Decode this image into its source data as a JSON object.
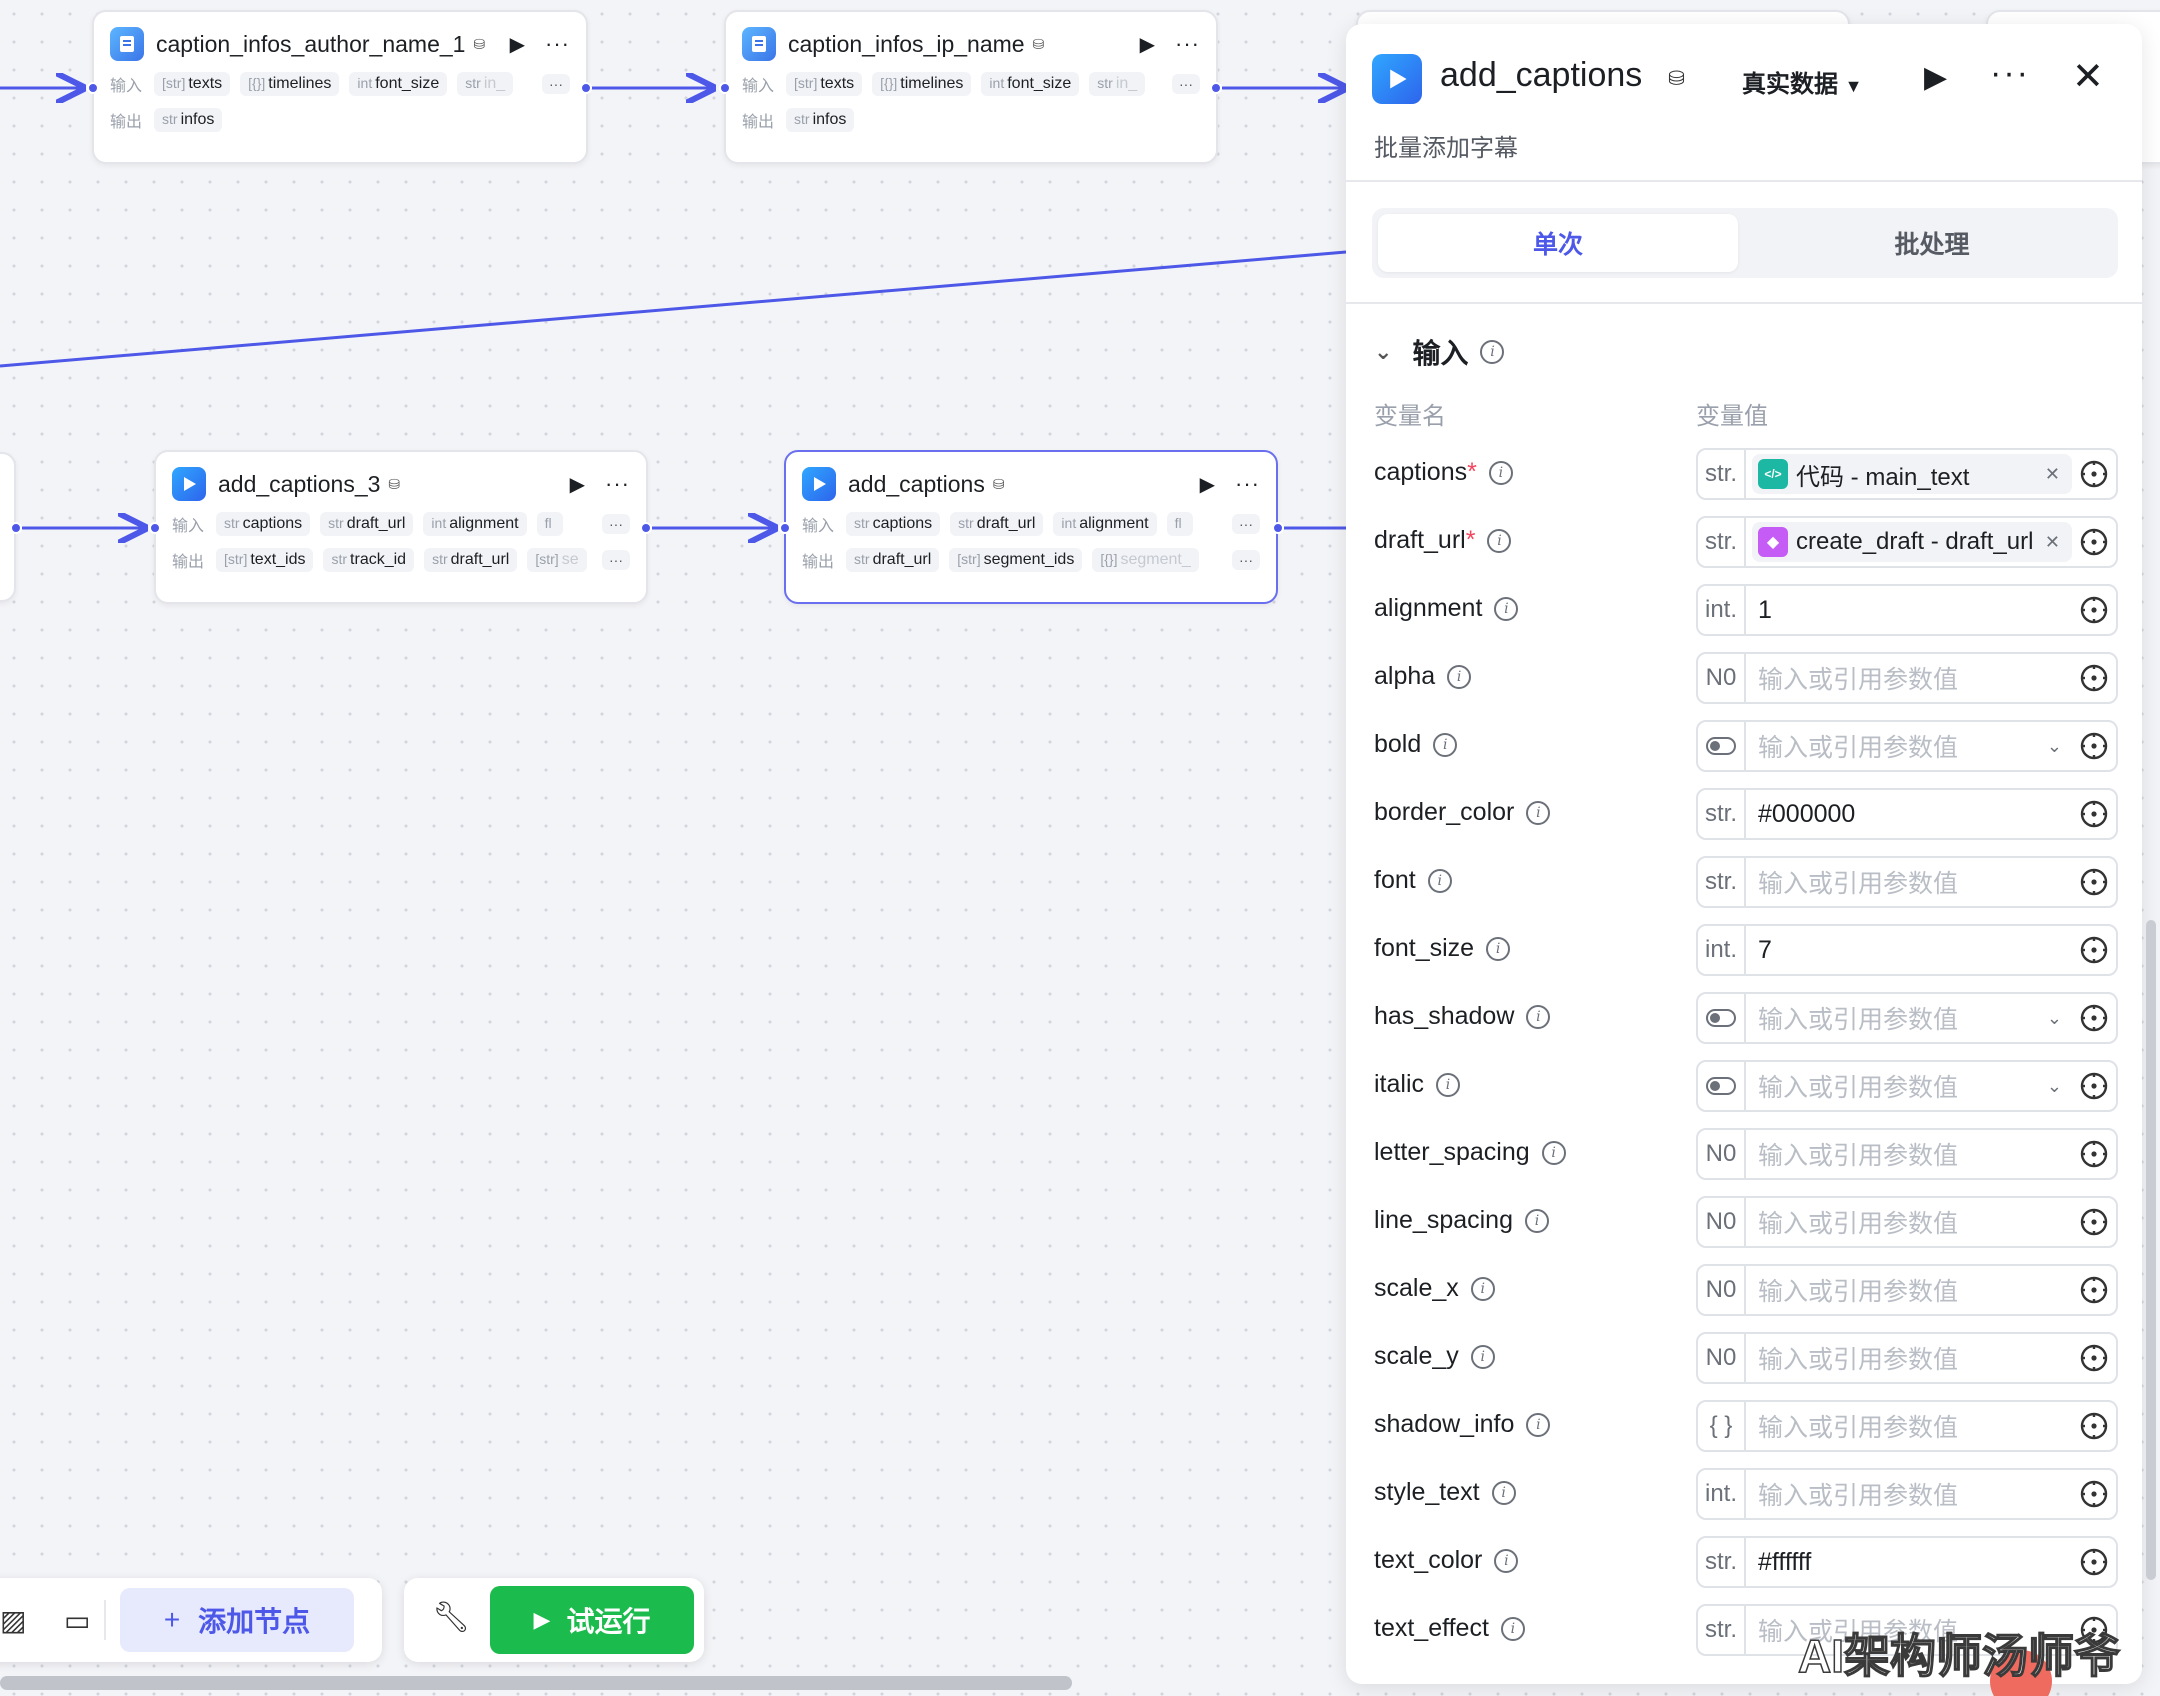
{
  "nodes": {
    "n1": {
      "title": "caption_infos_author_name_1",
      "in_label": "输入",
      "out_label": "输出",
      "inputs": [
        {
          "type": "[str]",
          "name": "texts"
        },
        {
          "type": "[{}]",
          "name": "timelines"
        },
        {
          "type": "int",
          "name": "font_size"
        },
        {
          "type": "str",
          "name": "in_"
        }
      ],
      "outputs": [
        {
          "type": "str",
          "name": "infos"
        }
      ]
    },
    "n2": {
      "title": "caption_infos_ip_name",
      "in_label": "输入",
      "out_label": "输出",
      "inputs": [
        {
          "type": "[str]",
          "name": "texts"
        },
        {
          "type": "[{}]",
          "name": "timelines"
        },
        {
          "type": "int",
          "name": "font_size"
        },
        {
          "type": "str",
          "name": "in_"
        }
      ],
      "outputs": [
        {
          "type": "str",
          "name": "infos"
        }
      ]
    },
    "n3": {
      "title": "add_captions_3",
      "in_label": "输入",
      "out_label": "输出",
      "inputs": [
        {
          "type": "str",
          "name": "captions"
        },
        {
          "type": "str",
          "name": "draft_url"
        },
        {
          "type": "int",
          "name": "alignment"
        },
        {
          "type": "fl",
          "name": ""
        }
      ],
      "outputs": [
        {
          "type": "[str]",
          "name": "text_ids"
        },
        {
          "type": "str",
          "name": "track_id"
        },
        {
          "type": "str",
          "name": "draft_url"
        },
        {
          "type": "[str]",
          "name": "se"
        }
      ]
    },
    "n4": {
      "title": "add_captions",
      "in_label": "输入",
      "out_label": "输出",
      "inputs": [
        {
          "type": "str",
          "name": "captions"
        },
        {
          "type": "str",
          "name": "draft_url"
        },
        {
          "type": "int",
          "name": "alignment"
        },
        {
          "type": "fl",
          "name": ""
        }
      ],
      "outputs": [
        {
          "type": "str",
          "name": "draft_url"
        },
        {
          "type": "[str]",
          "name": "segment_ids"
        },
        {
          "type": "[{}]",
          "name": "segment_"
        }
      ]
    }
  },
  "panel": {
    "title": "add_captions",
    "mode": "真实数据",
    "description": "批量添加字幕",
    "tabs": {
      "single": "单次",
      "batch": "批处理"
    },
    "section": "输入",
    "col_name": "变量名",
    "col_value": "变量值",
    "placeholder": "输入或引用参数值",
    "params": [
      {
        "name": "captions",
        "required": true,
        "type": "str.",
        "kind": "ref",
        "ref_icon": "code",
        "value": "代码 - main_text"
      },
      {
        "name": "draft_url",
        "required": true,
        "type": "str.",
        "kind": "ref",
        "ref_icon": "cube",
        "value": "create_draft - draft_url"
      },
      {
        "name": "alignment",
        "type": "int.",
        "kind": "value",
        "value": "1"
      },
      {
        "name": "alpha",
        "type": "N0",
        "kind": "empty"
      },
      {
        "name": "bold",
        "type": "toggle",
        "kind": "select"
      },
      {
        "name": "border_color",
        "type": "str.",
        "kind": "value",
        "value": "#000000"
      },
      {
        "name": "font",
        "type": "str.",
        "kind": "empty"
      },
      {
        "name": "font_size",
        "type": "int.",
        "kind": "value",
        "value": "7"
      },
      {
        "name": "has_shadow",
        "type": "toggle",
        "kind": "select"
      },
      {
        "name": "italic",
        "type": "toggle",
        "kind": "select"
      },
      {
        "name": "letter_spacing",
        "type": "N0",
        "kind": "empty"
      },
      {
        "name": "line_spacing",
        "type": "N0",
        "kind": "empty"
      },
      {
        "name": "scale_x",
        "type": "N0",
        "kind": "empty"
      },
      {
        "name": "scale_y",
        "type": "N0",
        "kind": "empty"
      },
      {
        "name": "shadow_info",
        "type": "{ }",
        "kind": "empty"
      },
      {
        "name": "style_text",
        "type": "int.",
        "kind": "empty"
      },
      {
        "name": "text_color",
        "type": "str.",
        "kind": "value",
        "value": "#ffffff"
      },
      {
        "name": "text_effect",
        "type": "str.",
        "kind": "empty"
      }
    ]
  },
  "toolbar": {
    "add_node": "添加节点",
    "test_run": "试运行"
  },
  "watermark": "AI架构师汤师爷",
  "colors": {
    "accent": "#4d58e8",
    "run_green": "#1bbb4d",
    "required": "#f5455c"
  }
}
